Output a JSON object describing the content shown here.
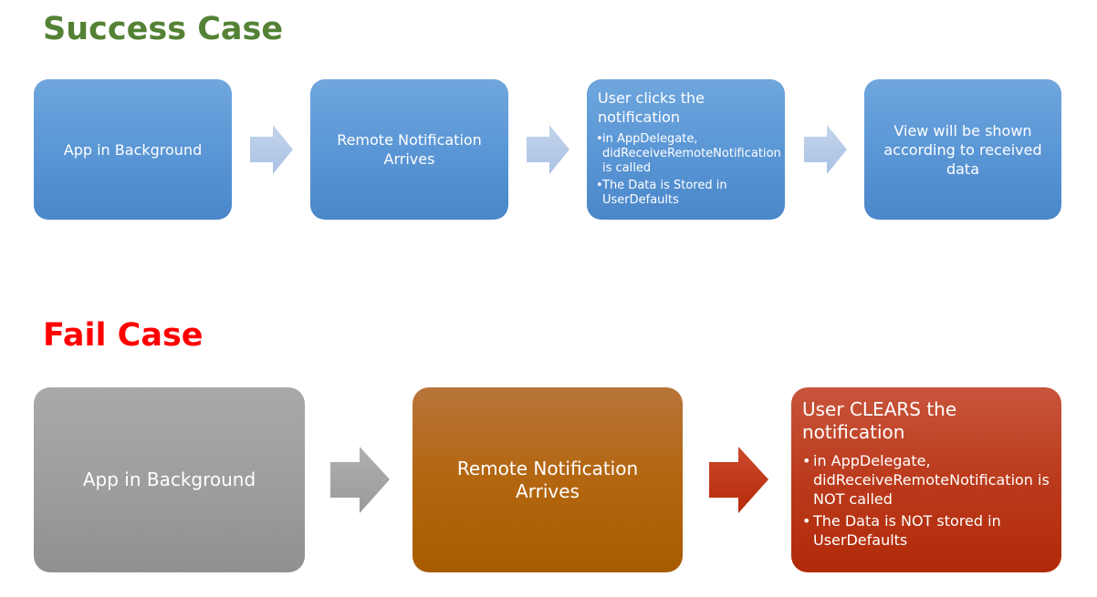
{
  "success_case": {
    "title": "Success Case",
    "title_color": "#548235",
    "steps": [
      {
        "label": "App in Background"
      },
      {
        "label": "Remote Notification Arrives"
      },
      {
        "label": "User clicks the notification",
        "bullets": [
          "in AppDelegate, didReceiveRemoteNotification is called",
          "The Data is Stored in UserDefaults"
        ]
      },
      {
        "label": "View will be shown according to received data"
      }
    ],
    "box_color": "#5b9bd5",
    "arrow_color": "#b4c7e7"
  },
  "fail_case": {
    "title": "Fail Case",
    "title_color": "#ff0000",
    "steps": [
      {
        "label": "App in Background",
        "color": "#a5a5a5"
      },
      {
        "label": "Remote Notification Arrives",
        "color": "#b3660f"
      },
      {
        "label": "User CLEARS the notification",
        "color": "#bb3a1c",
        "bullets": [
          "in AppDelegate, didReceiveRemoteNotification is NOT called",
          "The Data is NOT stored in UserDefaults"
        ]
      }
    ],
    "arrow_colors": [
      "#a5a5a5",
      "#c0391b"
    ]
  },
  "bullet_glyph": "•"
}
